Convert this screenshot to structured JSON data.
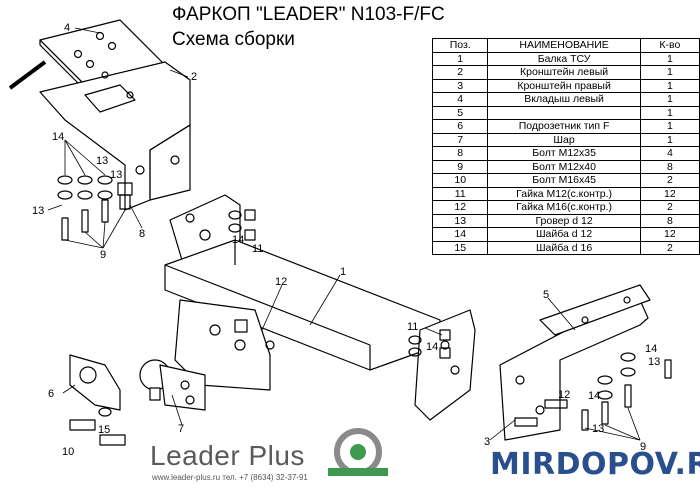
{
  "header": {
    "title": "ФАРКОП \"LEADER\" N103-F/FC",
    "subtitle": "Схема сборки"
  },
  "parts_table": {
    "headers": [
      "Поз.",
      "НАИМЕНОВАНИЕ",
      "К-во"
    ],
    "rows": [
      [
        "1",
        "Балка ТСУ",
        "1"
      ],
      [
        "2",
        "Кронштейн левый",
        "1"
      ],
      [
        "3",
        "Кронштейн правый",
        "1"
      ],
      [
        "4",
        "Вкладыш левый",
        "1"
      ],
      [
        "5",
        "",
        "1"
      ],
      [
        "6",
        "Подрозетник тип F",
        "1"
      ],
      [
        "7",
        "Шар",
        "1"
      ],
      [
        "8",
        "Болт М12х35",
        "4"
      ],
      [
        "9",
        "Болт М12х40",
        "8"
      ],
      [
        "10",
        "Болт М16х45",
        "2"
      ],
      [
        "11",
        "Гайка М12(с.контр.)",
        "12"
      ],
      [
        "12",
        "Гайка М16(с.контр.)",
        "2"
      ],
      [
        "13",
        "Гровер d 12",
        "8"
      ],
      [
        "14",
        "Шайба d 12",
        "12"
      ],
      [
        "15",
        "Шайба d 16",
        "2"
      ]
    ]
  },
  "callouts": {
    "c1": "1",
    "c2": "2",
    "c3": "3",
    "c4": "4",
    "c5": "5",
    "c6": "6",
    "c7": "7",
    "c8": "8",
    "c9a": "9",
    "c9b": "9",
    "c10": "10",
    "c11a": "11",
    "c11b": "11",
    "c12a": "12",
    "c12b": "12",
    "c13a": "13",
    "c13b": "13",
    "c13c": "13",
    "c13d": "13",
    "c13e": "13",
    "c14a": "14",
    "c14b": "14",
    "c14c": "14",
    "c14d": "14",
    "c14e": "14",
    "c15": "15"
  },
  "branding": {
    "brand_name": "Leader Plus",
    "contact": "www.leader-plus.ru   тел. +7 (8634) 32-37-91",
    "watermark": "MIRDOPOV.RU"
  },
  "colors": {
    "line": "#000000",
    "logo_green": "#3f9a4f",
    "logo_gray": "#8a8a8a",
    "watermark": "#2a4f8f"
  }
}
